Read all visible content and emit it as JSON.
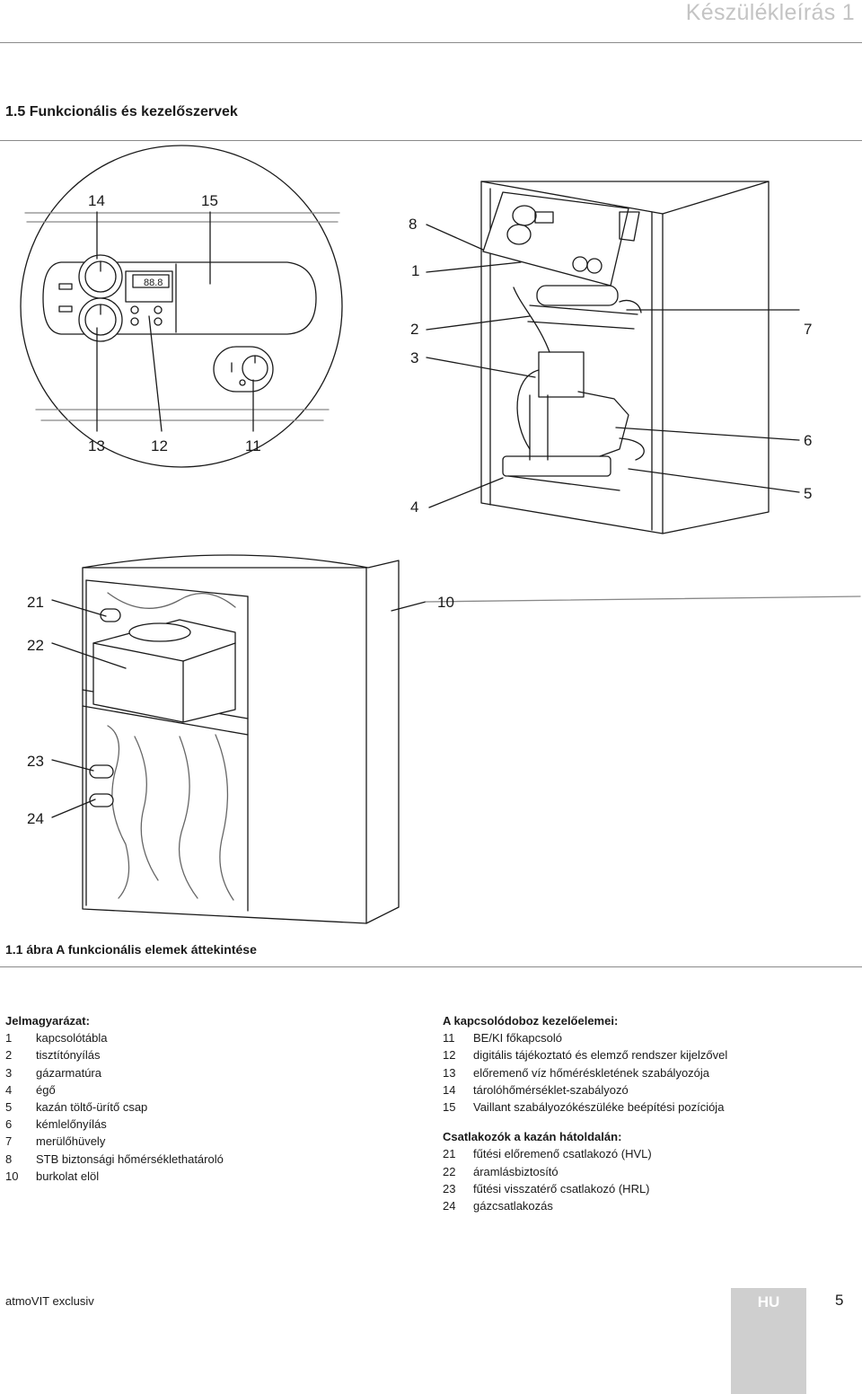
{
  "header": {
    "chapter": "Készülékleírás 1"
  },
  "section_title": "1.5 Funkcionális és kezelőszervek",
  "figure": {
    "caption": "1.1 ábra A funkcionális elemek áttekintése",
    "callouts": [
      "14",
      "15",
      "8",
      "1",
      "2",
      "3",
      "7",
      "13",
      "12",
      "11",
      "6",
      "4",
      "5",
      "21",
      "10",
      "22",
      "23",
      "24"
    ],
    "display_text": "88.8"
  },
  "legend_left": {
    "heading": "Jelmagyarázat:",
    "items": [
      {
        "num": "1",
        "text": "kapcsolótábla"
      },
      {
        "num": "2",
        "text": "tisztítónyílás"
      },
      {
        "num": "3",
        "text": "gázarmatúra"
      },
      {
        "num": "4",
        "text": "égő"
      },
      {
        "num": "5",
        "text": "kazán töltő-ürítő csap"
      },
      {
        "num": "6",
        "text": "kémlelőnyílás"
      },
      {
        "num": "7",
        "text": "merülőhüvely"
      },
      {
        "num": "8",
        "text": "STB biztonsági hőmérséklethatároló"
      },
      {
        "num": "10",
        "text": "burkolat elöl"
      }
    ]
  },
  "legend_right": {
    "heading1": "A kapcsolódoboz kezelőelemei:",
    "items1": [
      {
        "num": "11",
        "text": "BE/KI főkapcsoló"
      },
      {
        "num": "12",
        "text": "digitális tájékoztató és elemző rendszer kijelzővel"
      },
      {
        "num": "13",
        "text": "előremenő víz hőméréskletének szabályozója"
      },
      {
        "num": "14",
        "text": "tárolóhőmérséklet-szabályozó"
      },
      {
        "num": "15",
        "text": "Vaillant szabályozókészüléke beépítési pozíciója"
      }
    ],
    "heading2": "Csatlakozók a kazán hátoldalán:",
    "items2": [
      {
        "num": "21",
        "text": "fűtési előremenő csatlakozó (HVL)"
      },
      {
        "num": "22",
        "text": "áramlásbiztosító"
      },
      {
        "num": "23",
        "text": "fűtési visszatérő csatlakozó (HRL)"
      },
      {
        "num": "24",
        "text": "gázcsatlakozás"
      }
    ]
  },
  "footer": {
    "model": "atmoVIT exclusiv",
    "lang": "HU",
    "page": "5"
  }
}
